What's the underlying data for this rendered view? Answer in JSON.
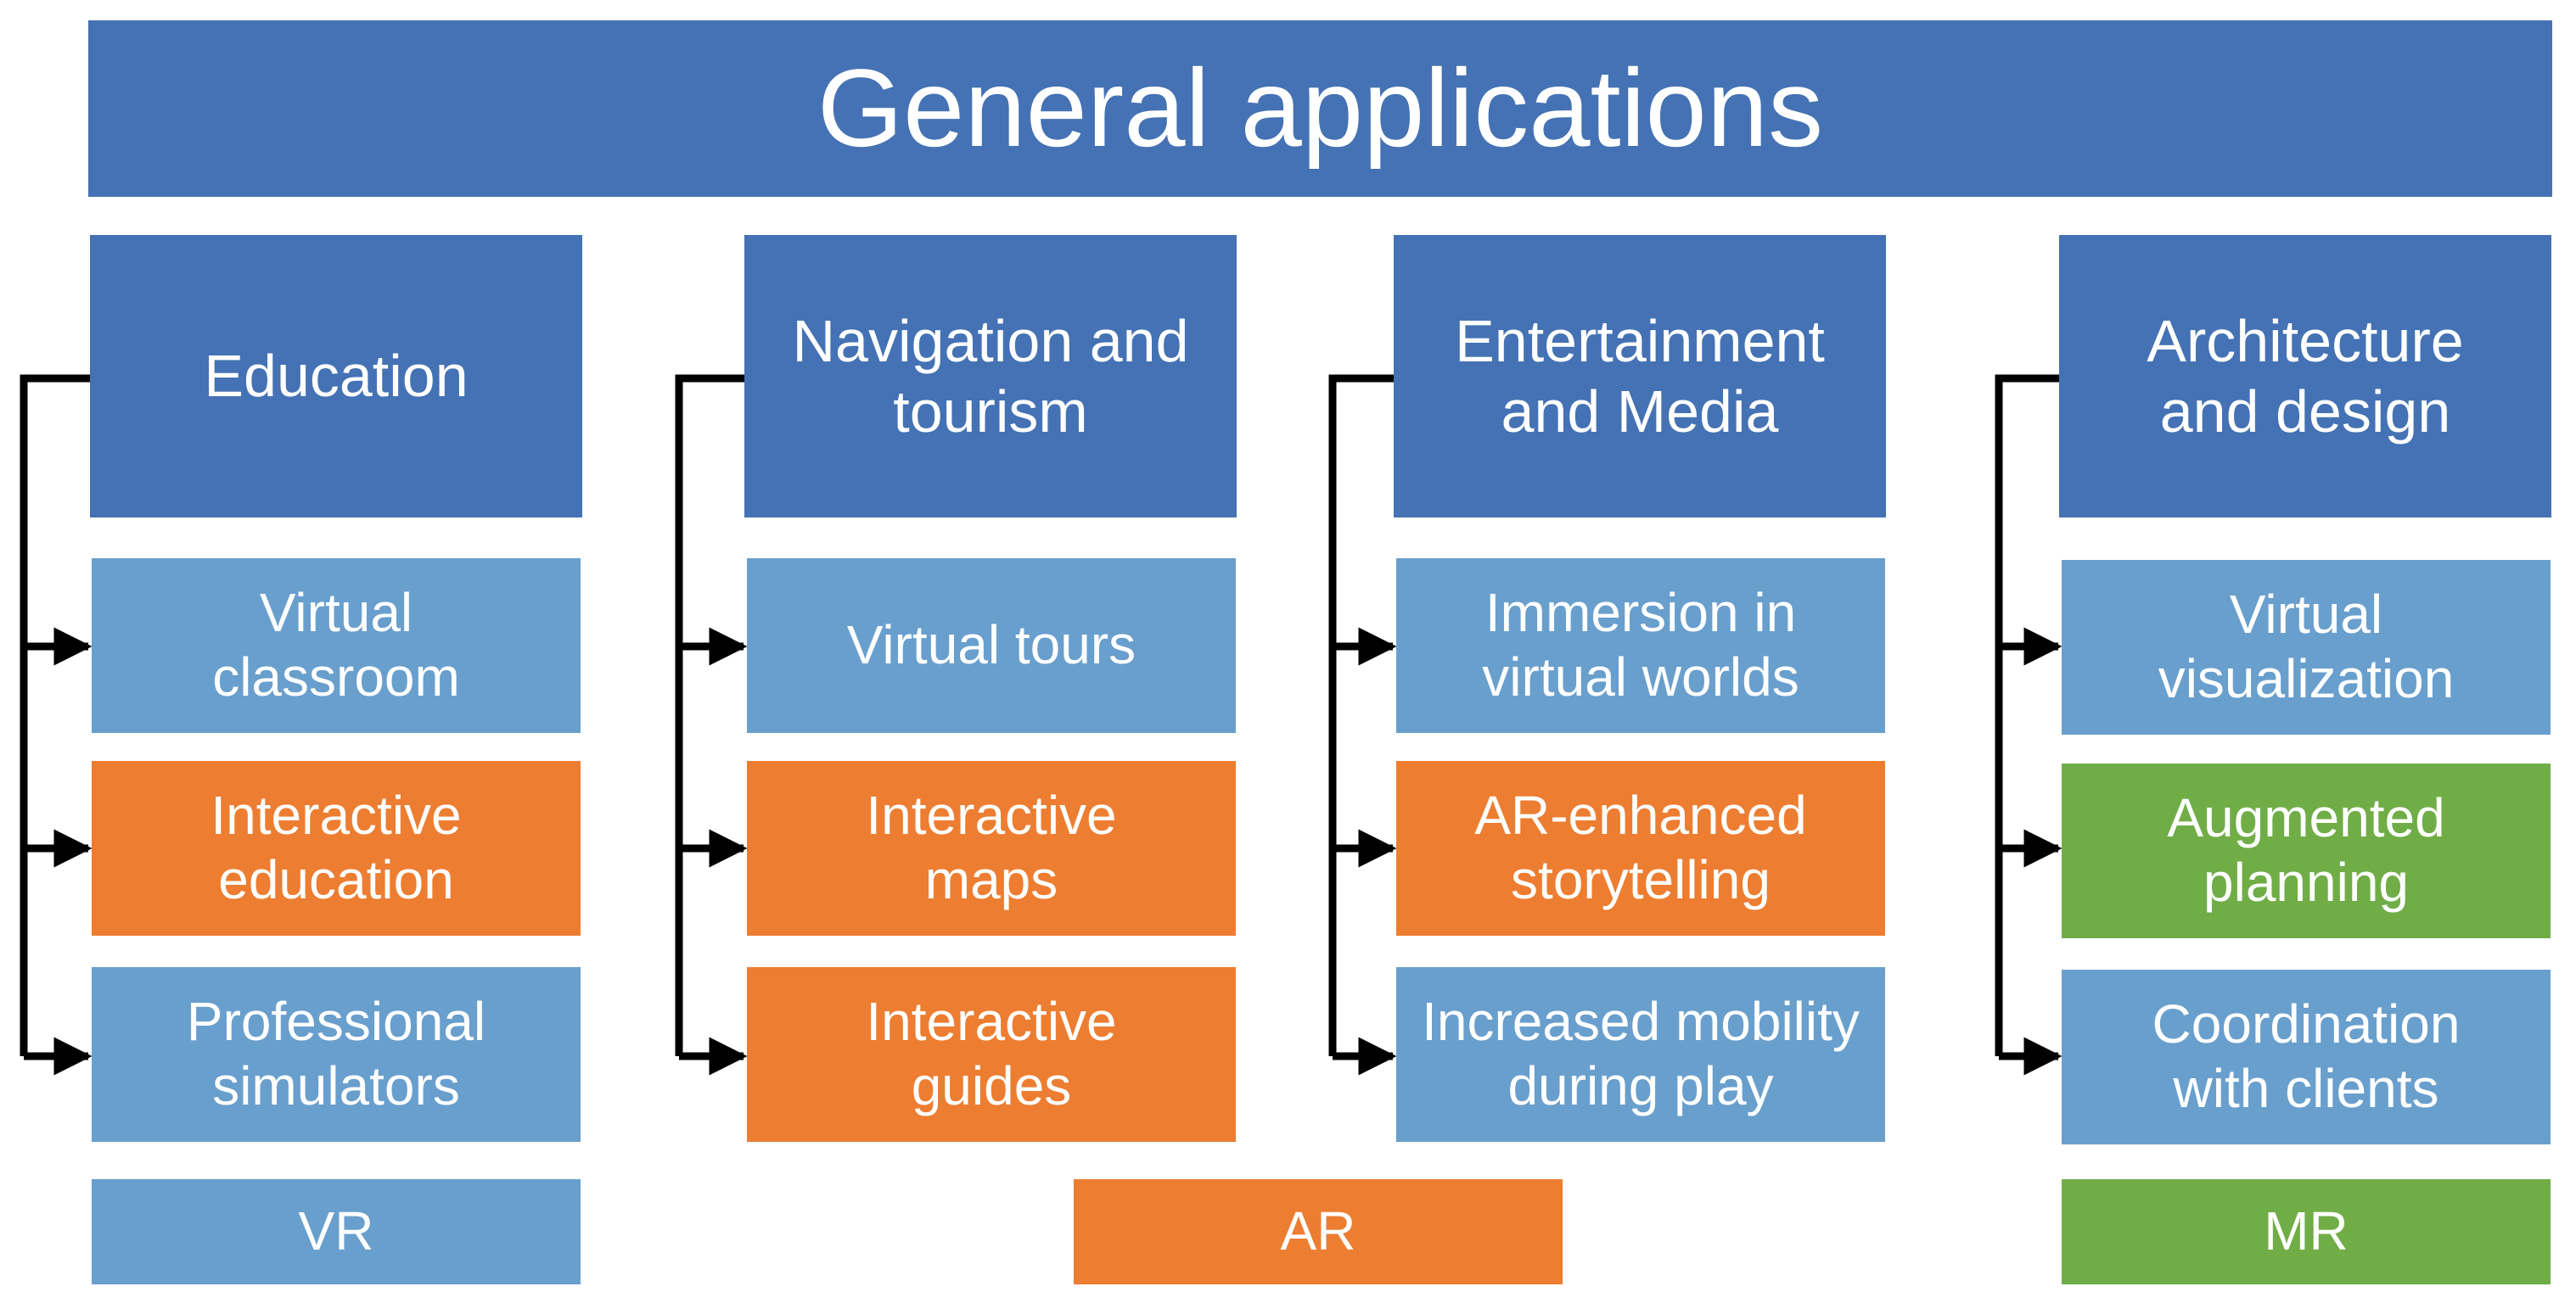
{
  "title": "General applications",
  "colors": {
    "header": "#4472b4",
    "vr": "#699fcd",
    "ar": "#ed7d31",
    "mr": "#70ad47",
    "connector": "#000000"
  },
  "columns": [
    {
      "heading": "Education",
      "items": [
        {
          "label": "Virtual\nclassroom",
          "type": "VR"
        },
        {
          "label": "Interactive\neducation",
          "type": "AR"
        },
        {
          "label": "Professional\nsimulators",
          "type": "VR"
        }
      ]
    },
    {
      "heading": "Navigation and\ntourism",
      "items": [
        {
          "label": "Virtual tours",
          "type": "VR"
        },
        {
          "label": "Interactive\nmaps",
          "type": "AR"
        },
        {
          "label": "Interactive\nguides",
          "type": "AR"
        }
      ]
    },
    {
      "heading": "Entertainment\nand Media",
      "items": [
        {
          "label": "Immersion in\nvirtual worlds",
          "type": "VR"
        },
        {
          "label": "AR-enhanced\nstorytelling",
          "type": "AR"
        },
        {
          "label": "Increased mobility\nduring play",
          "type": "VR"
        }
      ]
    },
    {
      "heading": "Architecture\nand design",
      "items": [
        {
          "label": "Virtual\nvisualization",
          "type": "VR"
        },
        {
          "label": "Augmented\nplanning",
          "type": "MR"
        },
        {
          "label": "Coordination\nwith clients",
          "type": "VR"
        }
      ]
    }
  ],
  "legend": [
    {
      "label": "VR",
      "type": "VR"
    },
    {
      "label": "AR",
      "type": "AR"
    },
    {
      "label": "MR",
      "type": "MR"
    }
  ]
}
